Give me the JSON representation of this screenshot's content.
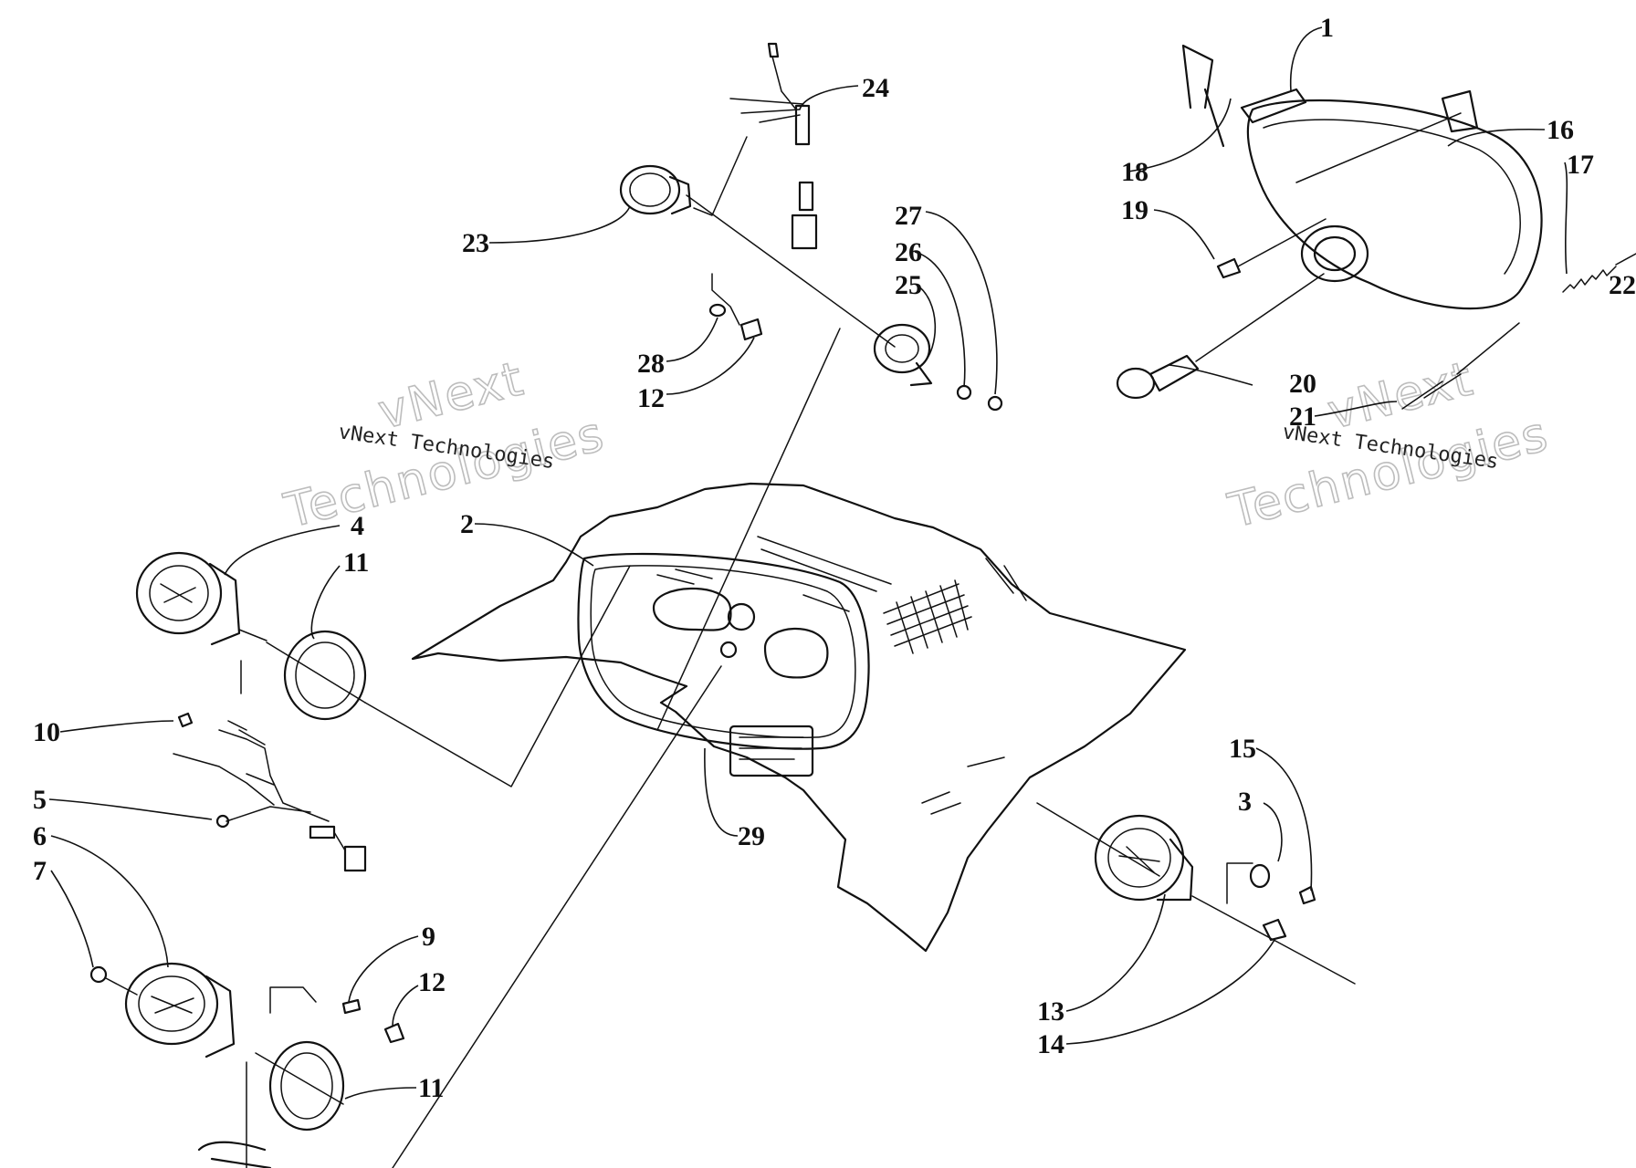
{
  "callouts": {
    "c1": "1",
    "c2": "2",
    "c3": "3",
    "c4": "4",
    "c5": "5",
    "c6": "6",
    "c7": "7",
    "c9": "9",
    "c10": "10",
    "c11a": "11",
    "c11b": "11",
    "c12a": "12",
    "c12b": "12",
    "c13": "13",
    "c14": "14",
    "c15": "15",
    "c16": "16",
    "c17": "17",
    "c18": "18",
    "c19": "19",
    "c20": "20",
    "c21": "21",
    "c22": "22",
    "c23": "23",
    "c24": "24",
    "c25": "25",
    "c26": "26",
    "c27": "27",
    "c28": "28",
    "c29": "29"
  },
  "watermark": {
    "small": "vNext Technologies",
    "line1": "vNext",
    "line2": "Technologies"
  }
}
